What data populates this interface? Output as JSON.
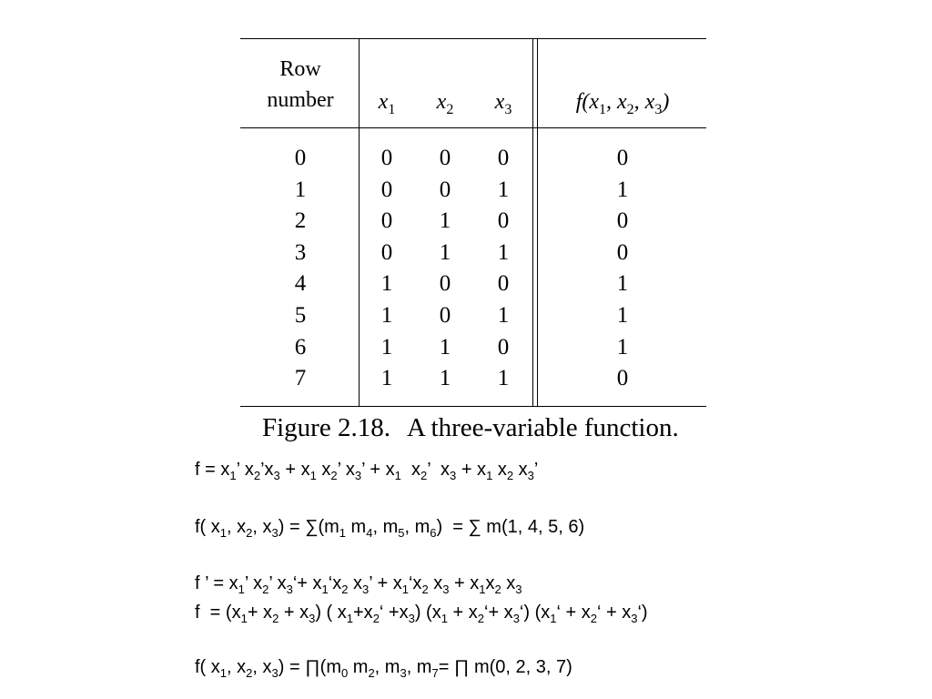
{
  "table": {
    "header": {
      "row_number_line1": "Row",
      "row_number_line2": "number",
      "x1": {
        "var": "x",
        "sub": "1"
      },
      "x2": {
        "var": "x",
        "sub": "2"
      },
      "x3": {
        "var": "x",
        "sub": "3"
      },
      "f": {
        "prefix": "f(x",
        "s1": "1",
        "mid1": ", x",
        "s2": "2",
        "mid2": ", x",
        "s3": "3",
        "suffix": ")"
      }
    },
    "rows": [
      {
        "n": "0",
        "x1": "0",
        "x2": "0",
        "x3": "0",
        "f": "0"
      },
      {
        "n": "1",
        "x1": "0",
        "x2": "0",
        "x3": "1",
        "f": "1"
      },
      {
        "n": "2",
        "x1": "0",
        "x2": "1",
        "x3": "0",
        "f": "0"
      },
      {
        "n": "3",
        "x1": "0",
        "x2": "1",
        "x3": "1",
        "f": "0"
      },
      {
        "n": "4",
        "x1": "1",
        "x2": "0",
        "x3": "0",
        "f": "1"
      },
      {
        "n": "5",
        "x1": "1",
        "x2": "0",
        "x3": "1",
        "f": "1"
      },
      {
        "n": "6",
        "x1": "1",
        "x2": "1",
        "x3": "0",
        "f": "1"
      },
      {
        "n": "7",
        "x1": "1",
        "x2": "1",
        "x3": "1",
        "f": "0"
      }
    ]
  },
  "caption": {
    "label": "Figure 2.18.",
    "text": "A three-variable function."
  },
  "equations": [
    [
      {
        "t": "f = x"
      },
      {
        "s": "1"
      },
      {
        "t": "’ x"
      },
      {
        "s": "2"
      },
      {
        "t": "’x"
      },
      {
        "s": "3"
      },
      {
        "t": " + x"
      },
      {
        "s": "1"
      },
      {
        "t": " x"
      },
      {
        "s": "2"
      },
      {
        "t": "’ x"
      },
      {
        "s": "3"
      },
      {
        "t": "’ + x"
      },
      {
        "s": "1"
      },
      {
        "t": "  x"
      },
      {
        "s": "2"
      },
      {
        "t": "’  x"
      },
      {
        "s": "3"
      },
      {
        "t": " + x"
      },
      {
        "s": "1"
      },
      {
        "t": " x"
      },
      {
        "s": "2"
      },
      {
        "t": " x"
      },
      {
        "s": "3"
      },
      {
        "t": "’"
      }
    ],
    [
      {
        "t": "f( x"
      },
      {
        "s": "1"
      },
      {
        "t": ", x"
      },
      {
        "s": "2"
      },
      {
        "t": ", x"
      },
      {
        "s": "3"
      },
      {
        "t": ") = ∑(m"
      },
      {
        "s": "1"
      },
      {
        "t": " m"
      },
      {
        "s": "4"
      },
      {
        "t": ", m"
      },
      {
        "s": "5"
      },
      {
        "t": ", m"
      },
      {
        "s": "6"
      },
      {
        "t": ")  = ∑ m(1, 4, 5, 6)"
      }
    ],
    [
      {
        "t": "f ’ = x"
      },
      {
        "s": "1"
      },
      {
        "t": "’ x"
      },
      {
        "s": "2"
      },
      {
        "t": "’ x"
      },
      {
        "s": "3"
      },
      {
        "t": "‘+ x"
      },
      {
        "s": "1"
      },
      {
        "t": "‘x"
      },
      {
        "s": "2"
      },
      {
        "t": " x"
      },
      {
        "s": "3"
      },
      {
        "t": "’ + x"
      },
      {
        "s": "1"
      },
      {
        "t": "‘x"
      },
      {
        "s": "2"
      },
      {
        "t": " x"
      },
      {
        "s": "3"
      },
      {
        "t": " + x"
      },
      {
        "s": "1"
      },
      {
        "t": "x"
      },
      {
        "s": "2"
      },
      {
        "t": " x"
      },
      {
        "s": "3"
      }
    ],
    [
      {
        "t": "f  = (x"
      },
      {
        "s": "1"
      },
      {
        "t": "+ x"
      },
      {
        "s": "2"
      },
      {
        "t": " + x"
      },
      {
        "s": "3"
      },
      {
        "t": ") ( x"
      },
      {
        "s": "1"
      },
      {
        "t": "+x"
      },
      {
        "s": "2"
      },
      {
        "t": "‘ +x"
      },
      {
        "s": "3"
      },
      {
        "t": ") (x"
      },
      {
        "s": "1"
      },
      {
        "t": " + x"
      },
      {
        "s": "2"
      },
      {
        "t": "‘+ x"
      },
      {
        "s": "3"
      },
      {
        "t": "‘) (x"
      },
      {
        "s": "1"
      },
      {
        "t": "‘ + x"
      },
      {
        "s": "2"
      },
      {
        "t": "‘ + x"
      },
      {
        "s": "3"
      },
      {
        "t": "‘)"
      }
    ],
    [
      {
        "t": "f( x"
      },
      {
        "s": "1"
      },
      {
        "t": ", x"
      },
      {
        "s": "2"
      },
      {
        "t": ", x"
      },
      {
        "s": "3"
      },
      {
        "t": ") = ∏(m"
      },
      {
        "s": "0"
      },
      {
        "t": " m"
      },
      {
        "s": "2"
      },
      {
        "t": ", m"
      },
      {
        "s": "3"
      },
      {
        "t": ", m"
      },
      {
        "s": "7"
      },
      {
        "t": "= ∏ m(0, 2, 3, 7)"
      }
    ]
  ]
}
